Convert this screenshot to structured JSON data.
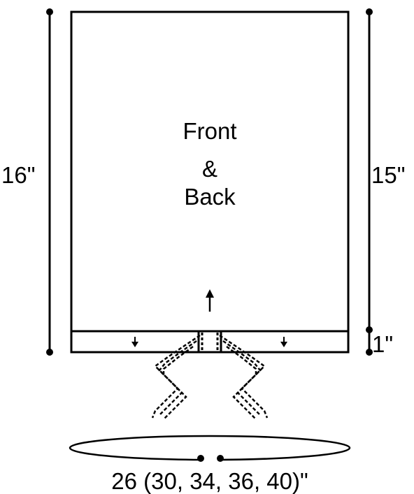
{
  "panel": {
    "title_lines": [
      "Front",
      "&",
      "Back"
    ]
  },
  "dimensions": {
    "total_height": "16\"",
    "body_height": "15\"",
    "ribbing_height": "1\"",
    "circumference": "26 (30, 34, 36, 40)\""
  },
  "colors": {
    "line": "#000000",
    "background": "#ffffff"
  }
}
